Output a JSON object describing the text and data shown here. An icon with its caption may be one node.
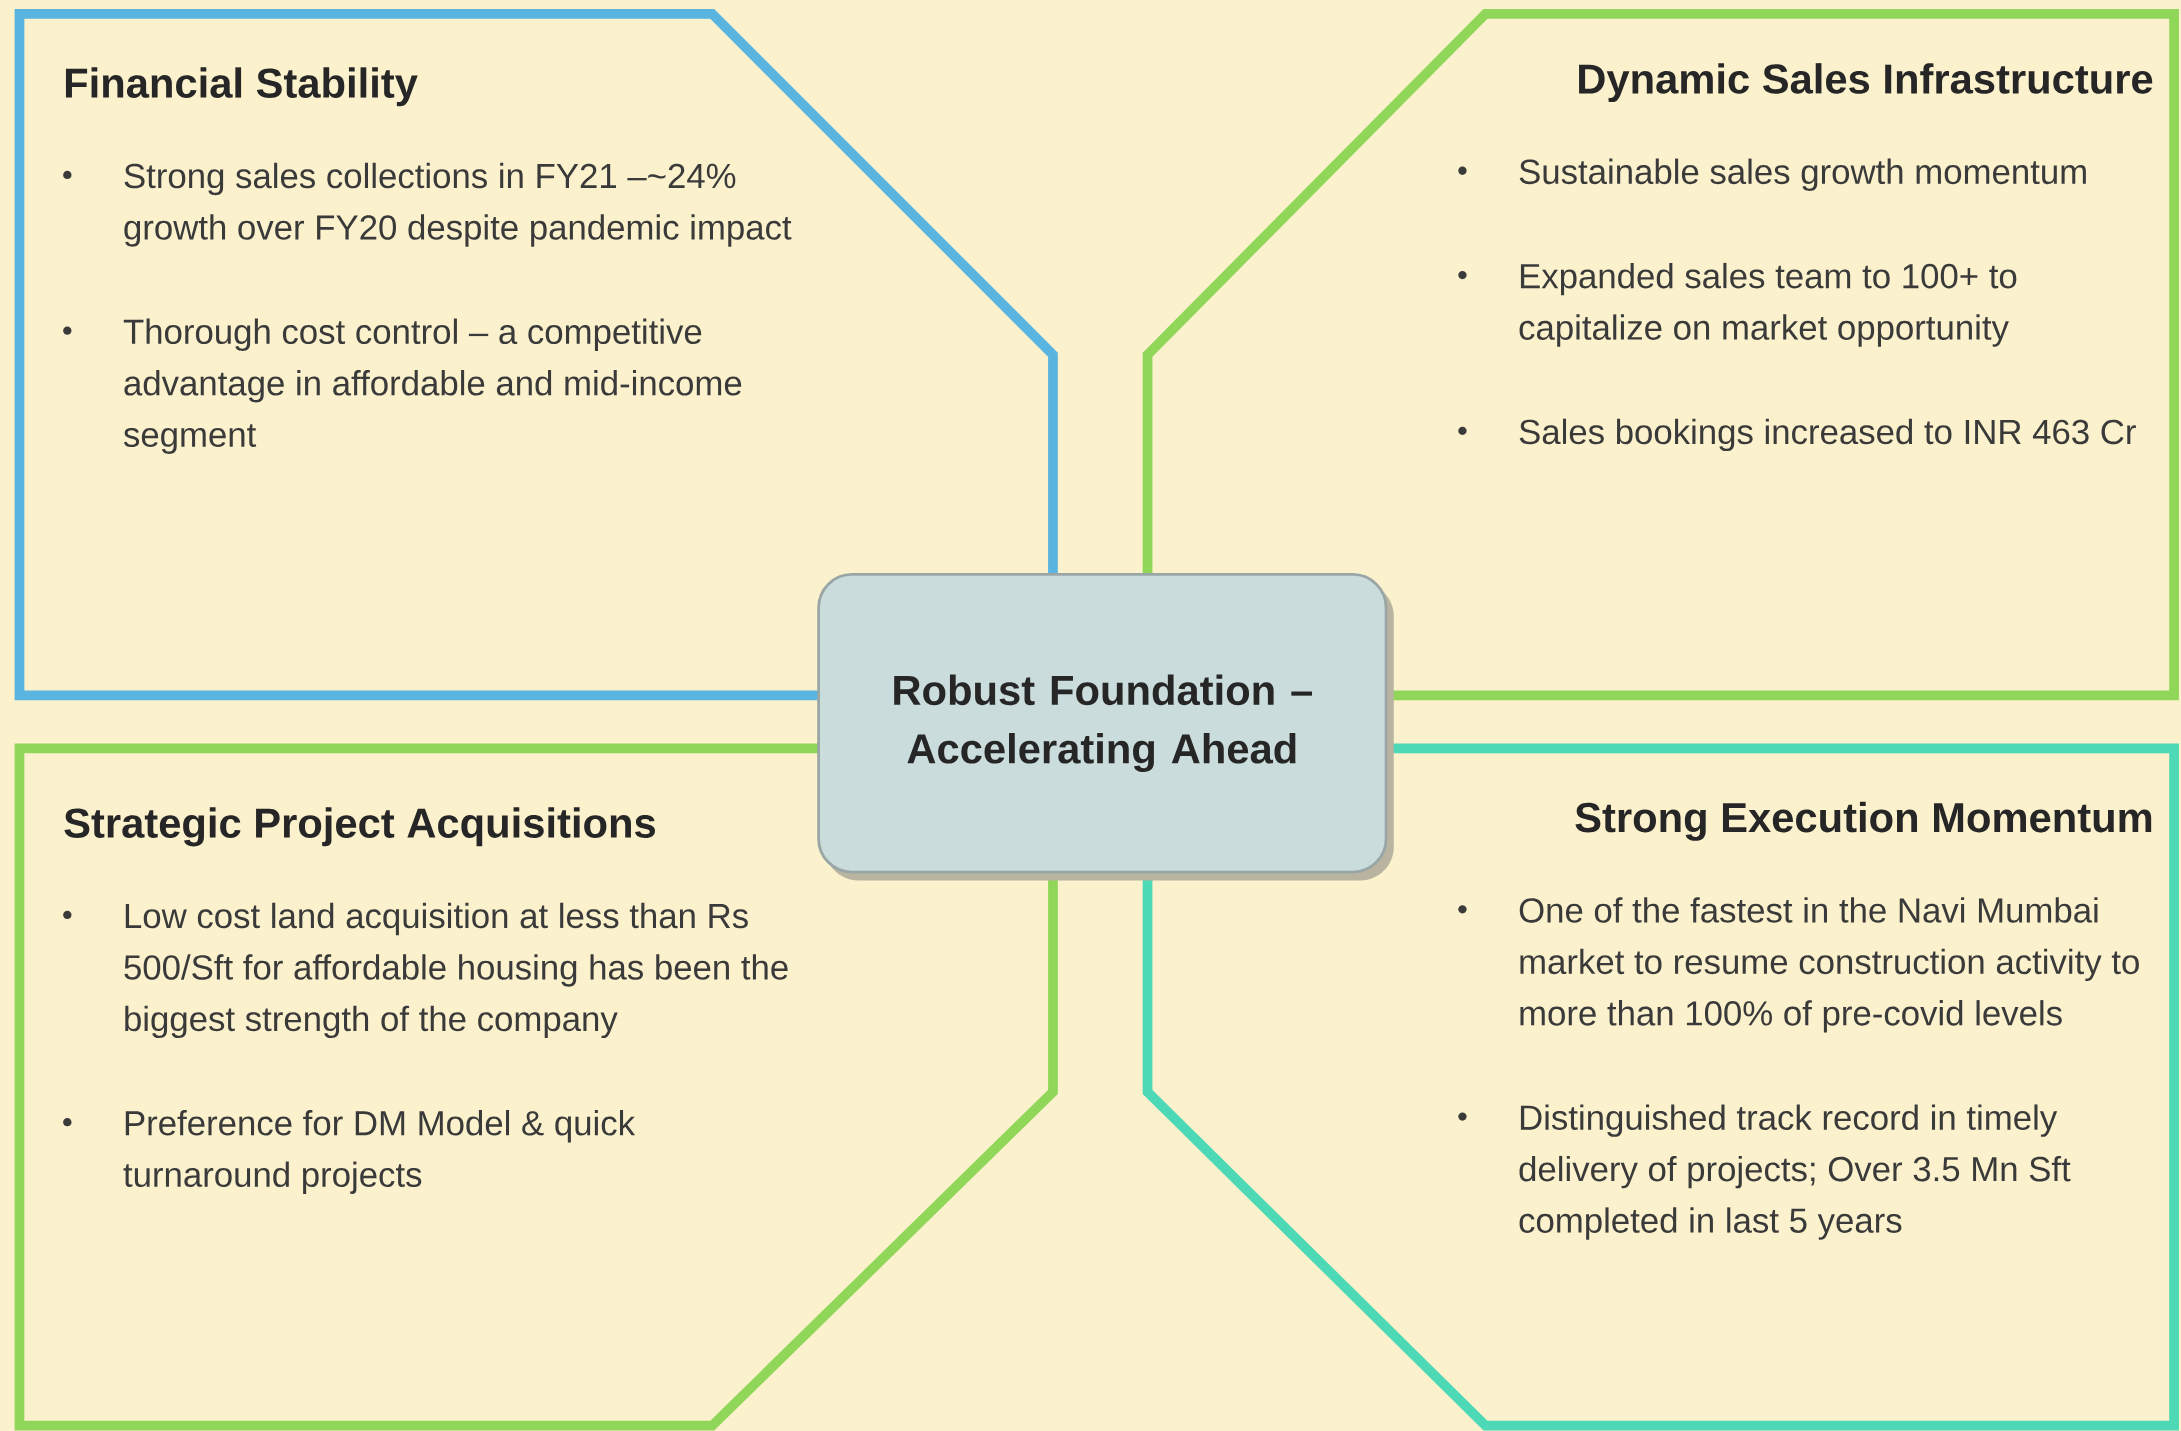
{
  "diagram": {
    "nodes": [
      {
        "text": [
          "Financial Stability",
          "Strong sales collections in FY21 –~24% growth over FY20 despite pandemic impact",
          "Thorough cost control – a competitive advantage in affordable and mid-income segment"
        ]
      },
      {
        "text": [
          "Dynamic Sales Infrastructure",
          "Sustainable sales growth momentum",
          "Expanded sales team to 100+ to capitalize on market opportunity",
          "Sales bookings increased to INR 463 Cr"
        ]
      },
      {
        "text": [
          "Robust Foundation – Accelerating Ahead"
        ]
      },
      {
        "text": [
          "Strategic Project Acquisitions",
          "Low cost land acquisition at less than Rs 500/Sft for affordable housing has been the biggest strength of the company",
          "Preference for DM Model & quick turnaround projects"
        ]
      },
      {
        "text": [
          "Strong Execution Momentum",
          "One of the fastest in the Navi Mumbai market to resume construction activity to more than 100% of pre-covid levels",
          "Distinguished track record in timely delivery of projects; Over 3.5 Mn Sft completed in last 5 years"
        ]
      }
    ]
  }
}
